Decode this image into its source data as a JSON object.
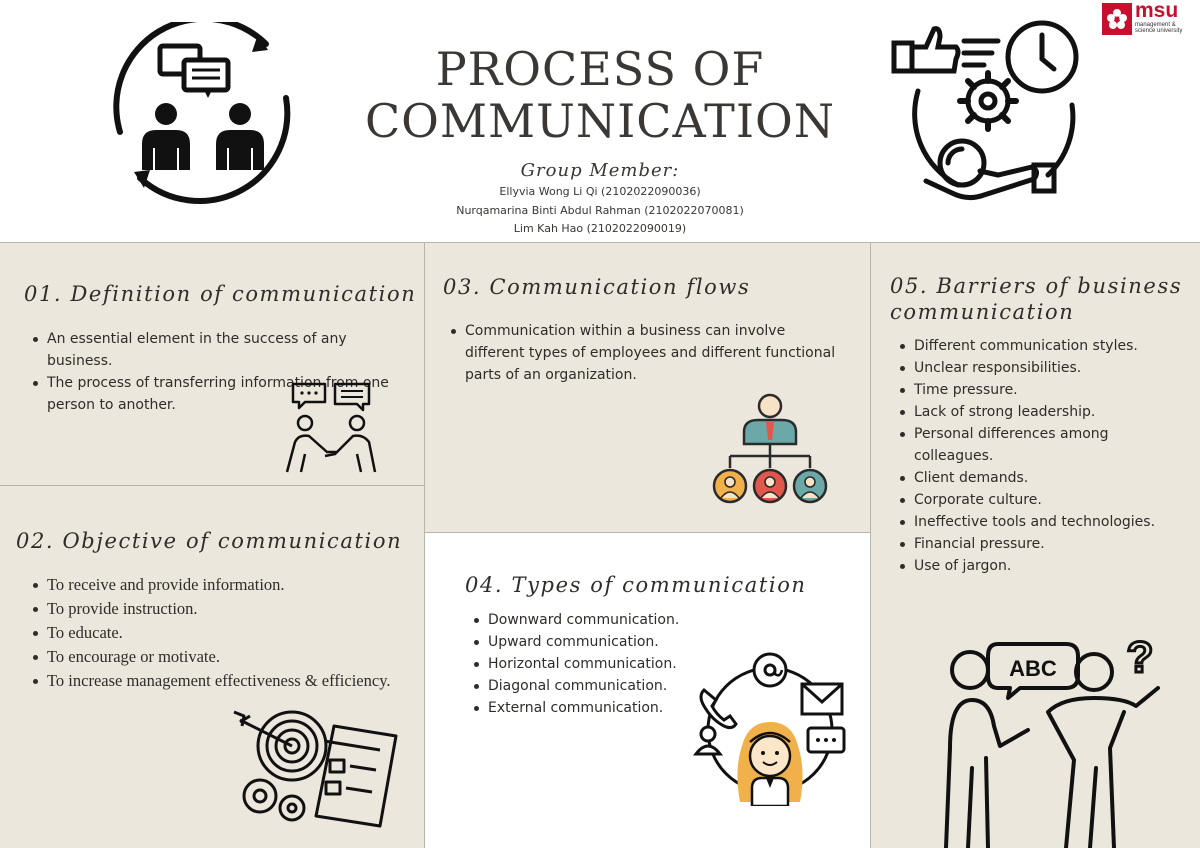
{
  "header": {
    "title_line1": "PROCESS OF",
    "title_line2": "COMMUNICATION",
    "group_label": "Group Member:",
    "members": [
      "Ellyvia Wong Li Qi (2102022090036)",
      "Nurqamarina Binti Abdul Rahman (2102022070081)",
      "Lim Kah Hao (2102022090019)"
    ],
    "logo": {
      "name": "msu",
      "tagline_line1": "management &",
      "tagline_line2": "science university"
    }
  },
  "sections": {
    "definition": {
      "heading": "01. Definition of communication",
      "items": [
        " An essential element in the success of any business.",
        "The process of transferring information from one person to another."
      ],
      "icon": "handshake-conversation-icon"
    },
    "objective": {
      "heading": "02. Objective of communication",
      "items": [
        "To receive and provide information.",
        "To provide instruction.",
        "To educate.",
        "To encourage or motivate.",
        "To increase management effectiveness & efficiency."
      ],
      "icon": "target-planning-icon"
    },
    "flows": {
      "heading": "03. Communication flows",
      "items": [
        "Communication within a business can involve different types of employees and different functional parts of an organization."
      ],
      "icon": "org-hierarchy-icon"
    },
    "types": {
      "heading": "04. Types of communication",
      "items": [
        "Downward communication.",
        "Upward communication.",
        "Horizontal communication.",
        "Diagonal communication.",
        "External communication."
      ],
      "icon": "communication-network-icon"
    },
    "barriers": {
      "heading_line1": "05. Barriers of business",
      "heading_line2": "communication",
      "items": [
        "Different communication styles.",
        "Unclear responsibilities.",
        "Time pressure.",
        "Lack of strong leadership.",
        "Personal differences among colleagues.",
        "Client demands.",
        "Corporate culture.",
        "Ineffective tools and technologies.",
        "Financial pressure.",
        "Use of jargon."
      ],
      "icon": "confused-people-abc-icon",
      "bubble_text": "ABC",
      "question_mark": "?"
    }
  },
  "colors": {
    "panel_bg": "#ebe7dd",
    "text": "#2f2c29",
    "logo_red": "#c8102e",
    "accent_orange": "#f0b14a",
    "accent_red": "#e2574c",
    "accent_teal": "#6aa9a8"
  },
  "header_icons": [
    "people-conversation-cycle-icon",
    "process-cycle-icon"
  ]
}
